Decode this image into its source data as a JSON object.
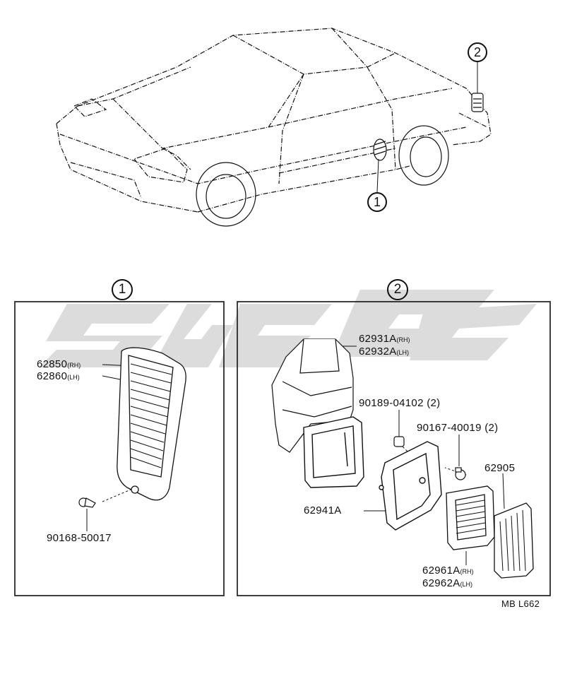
{
  "callouts": {
    "one": "1",
    "two": "2"
  },
  "section1": {
    "number": "1",
    "parts": [
      {
        "number": "62850",
        "side": "(RH)"
      },
      {
        "number": "62860",
        "side": "(LH)"
      },
      {
        "number": "90168-50017",
        "side": ""
      }
    ]
  },
  "section2": {
    "number": "2",
    "parts": [
      {
        "number": "62931A",
        "side": "(RH)"
      },
      {
        "number": "62932A",
        "side": "(LH)"
      },
      {
        "number": "90189-04102",
        "side": "(2)"
      },
      {
        "number": "90167-40019",
        "side": "(2)"
      },
      {
        "number": "62905",
        "side": ""
      },
      {
        "number": "62941A",
        "side": ""
      },
      {
        "number": "62961A",
        "side": "(RH)"
      },
      {
        "number": "62962A",
        "side": "(LH)"
      }
    ]
  },
  "figure_code": "MB L662",
  "colors": {
    "line": "#111111",
    "watermark": "#d4d4d4"
  }
}
